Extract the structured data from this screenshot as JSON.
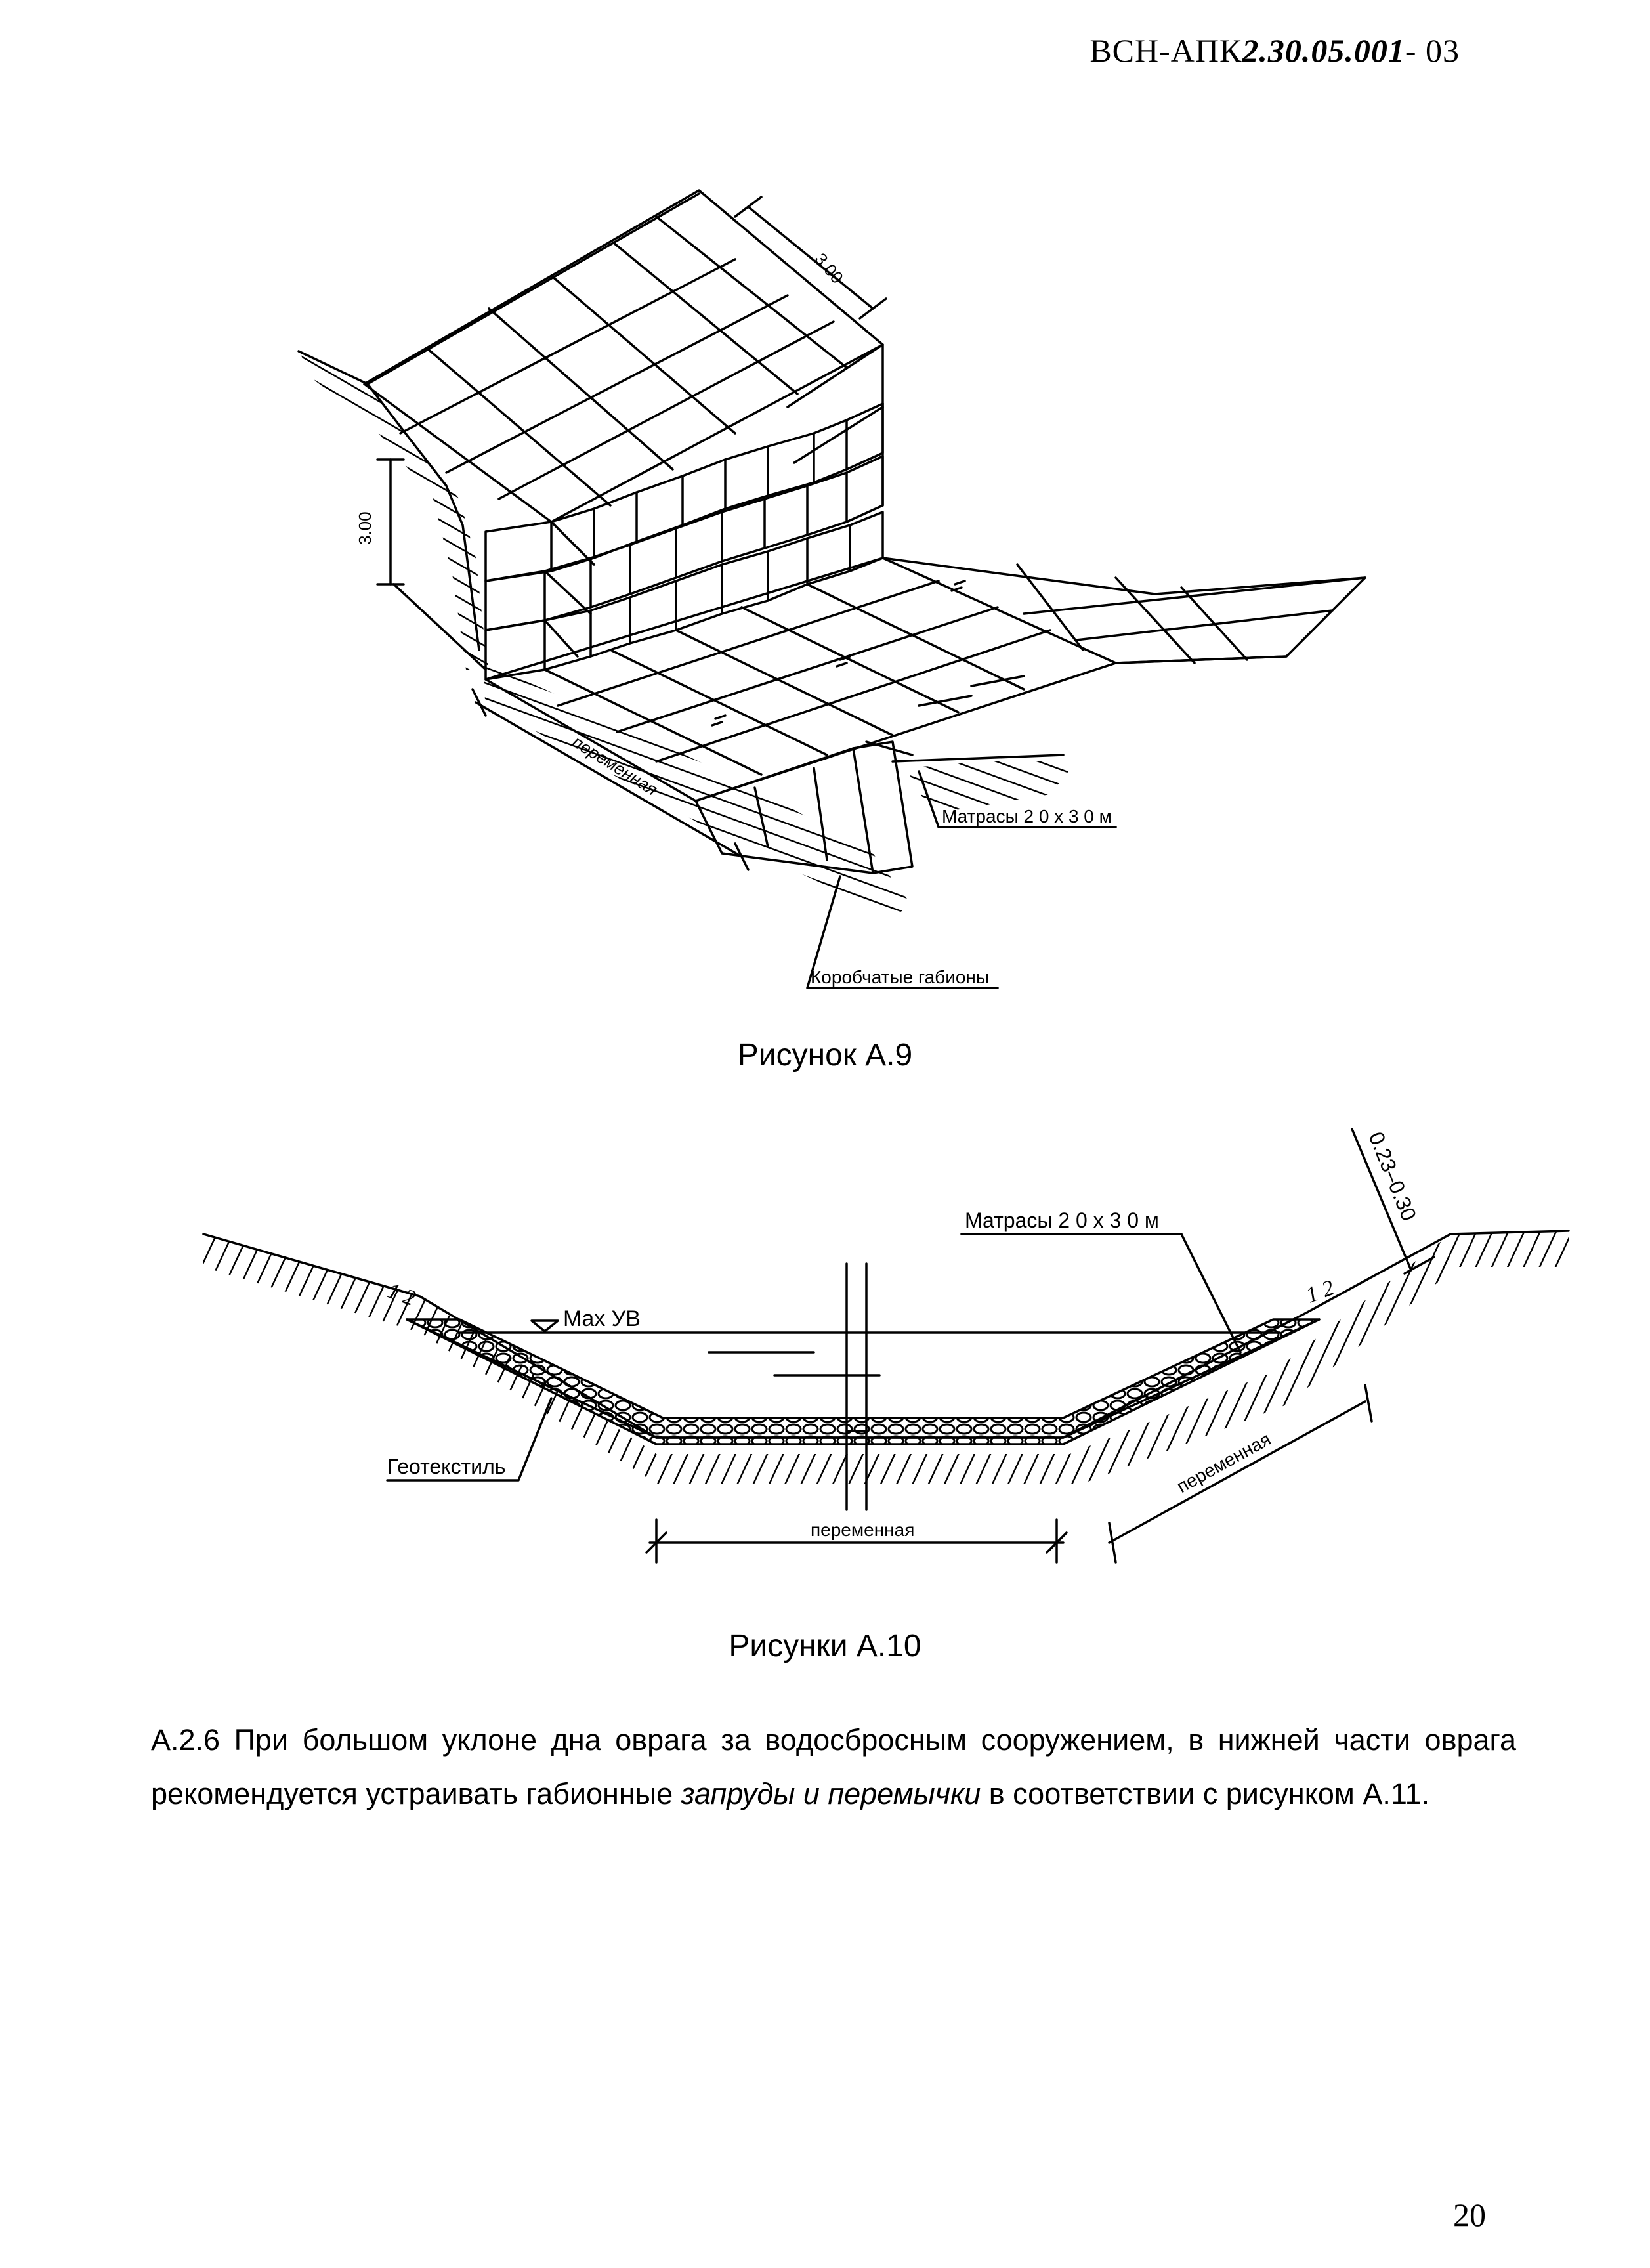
{
  "header": {
    "code_prefix": "ВСН-АПК",
    "code_number": "2.30.05.001",
    "code_suffix": "- 03"
  },
  "figure_a9": {
    "caption": "Рисунок А.9",
    "dim_top": "3.00",
    "dim_left": "3.00",
    "dim_bottom": "переменная",
    "label_mattress": "Матрасы 2 0 х 3 0 м",
    "label_gabions": "Коробчатые габионы"
  },
  "figure_a10": {
    "caption": "Рисунки А.10",
    "water_level": "Max УВ",
    "slope_left": "1 2",
    "slope_right": "1 2",
    "label_mattress": "Матрасы 2 0 х 3 0 м",
    "label_geotextile": "Геотекстиль",
    "dim_thickness": "0.23–0.30",
    "dim_bottom": "переменная",
    "dim_slope": "переменная"
  },
  "paragraph": {
    "part1": "А.2.6 При большом уклоне дна оврага  за водосбросным сооружением, в нижней части оврага рекомендуется устраивать габионные ",
    "italic1": "запруды",
    "part2": " ",
    "italic2": "и",
    "part3": " ",
    "italic3": "перемычки",
    "part4": " в соответствии с рисунком А.11."
  },
  "page_number": "20"
}
